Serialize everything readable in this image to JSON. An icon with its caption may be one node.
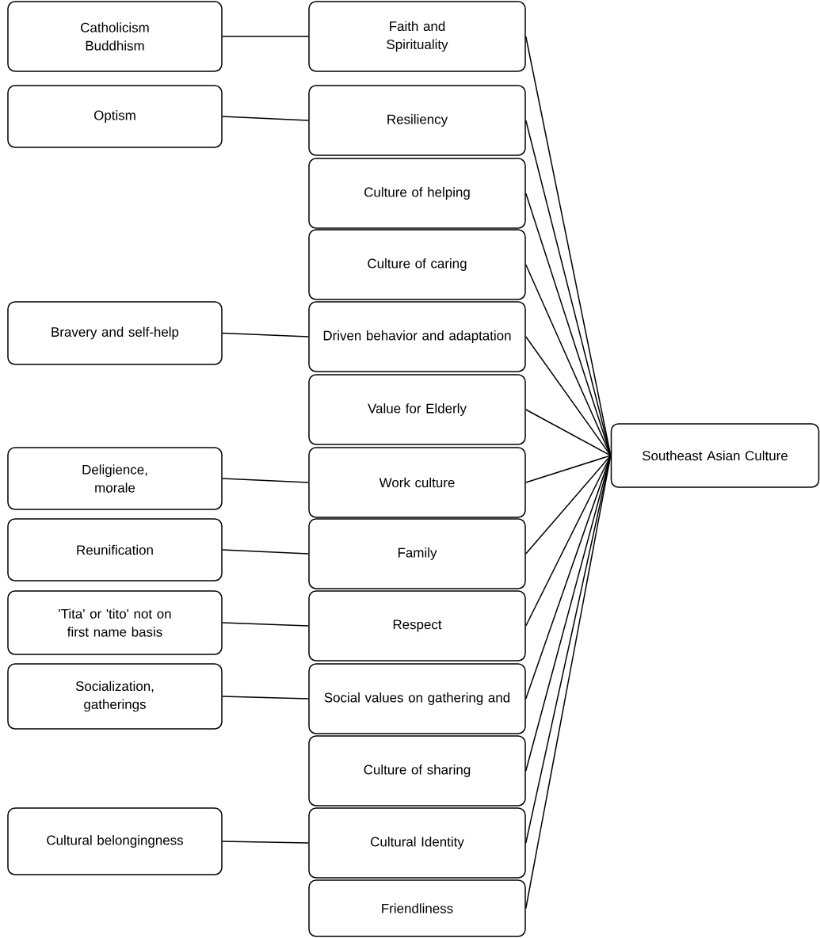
{
  "diagram": {
    "nodes": [
      {
        "text": [
          "Catholicism",
          "Buddhism"
        ]
      },
      {
        "text": [
          "Faith and Spirituality"
        ]
      },
      {
        "text": [
          "Optism"
        ]
      },
      {
        "text": [
          "Resiliency"
        ]
      },
      {
        "text": [
          "Culture of helping"
        ]
      },
      {
        "text": [
          "Culture of caring"
        ]
      },
      {
        "text": [
          "Bravery and self-help"
        ]
      },
      {
        "text": [
          "Driven behavior and adaptation"
        ]
      },
      {
        "text": [
          "Value for Elderly"
        ]
      },
      {
        "text": [
          "Deligience, morale"
        ]
      },
      {
        "text": [
          "Work culture"
        ]
      },
      {
        "text": [
          "Reunification"
        ]
      },
      {
        "text": [
          "Family"
        ]
      },
      {
        "text": [
          "'Tita' or 'tito' not on first name basis"
        ]
      },
      {
        "text": [
          "Respect"
        ]
      },
      {
        "text": [
          "Socialization, gatherings"
        ]
      },
      {
        "text": [
          "Social values on gathering and"
        ]
      },
      {
        "text": [
          "Culture of sharing"
        ]
      },
      {
        "text": [
          "Cultural belongingness"
        ]
      },
      {
        "text": [
          "Cultural Identity"
        ]
      },
      {
        "text": [
          "Friendliness"
        ]
      },
      {
        "text": [
          "Southeast Asian Culture"
        ]
      }
    ],
    "edges": [
      {
        "from": 0,
        "to": 1,
        "arrow": "none"
      },
      {
        "from": 2,
        "to": 3,
        "arrow": "none"
      },
      {
        "from": 6,
        "to": 7,
        "arrow": "none"
      },
      {
        "from": 9,
        "to": 10,
        "arrow": "none"
      },
      {
        "from": 11,
        "to": 12,
        "arrow": "none"
      },
      {
        "from": 13,
        "to": 14,
        "arrow": "none"
      },
      {
        "from": 15,
        "to": 16,
        "arrow": "none"
      },
      {
        "from": 18,
        "to": 19,
        "arrow": "none"
      },
      {
        "from": 1,
        "to": 21,
        "arrow": "none"
      },
      {
        "from": 3,
        "to": 21,
        "arrow": "none"
      },
      {
        "from": 4,
        "to": 21,
        "arrow": "none"
      },
      {
        "from": 5,
        "to": 21,
        "arrow": "none"
      },
      {
        "from": 7,
        "to": 21,
        "arrow": "none"
      },
      {
        "from": 8,
        "to": 21,
        "arrow": "none"
      },
      {
        "from": 10,
        "to": 21,
        "arrow": "none"
      },
      {
        "from": 12,
        "to": 21,
        "arrow": "none"
      },
      {
        "from": 14,
        "to": 21,
        "arrow": "none"
      },
      {
        "from": 16,
        "to": 21,
        "arrow": "none"
      },
      {
        "from": 17,
        "to": 21,
        "arrow": "none"
      },
      {
        "from": 19,
        "to": 21,
        "arrow": "none"
      },
      {
        "from": 20,
        "to": 21,
        "arrow": "none"
      }
    ]
  }
}
